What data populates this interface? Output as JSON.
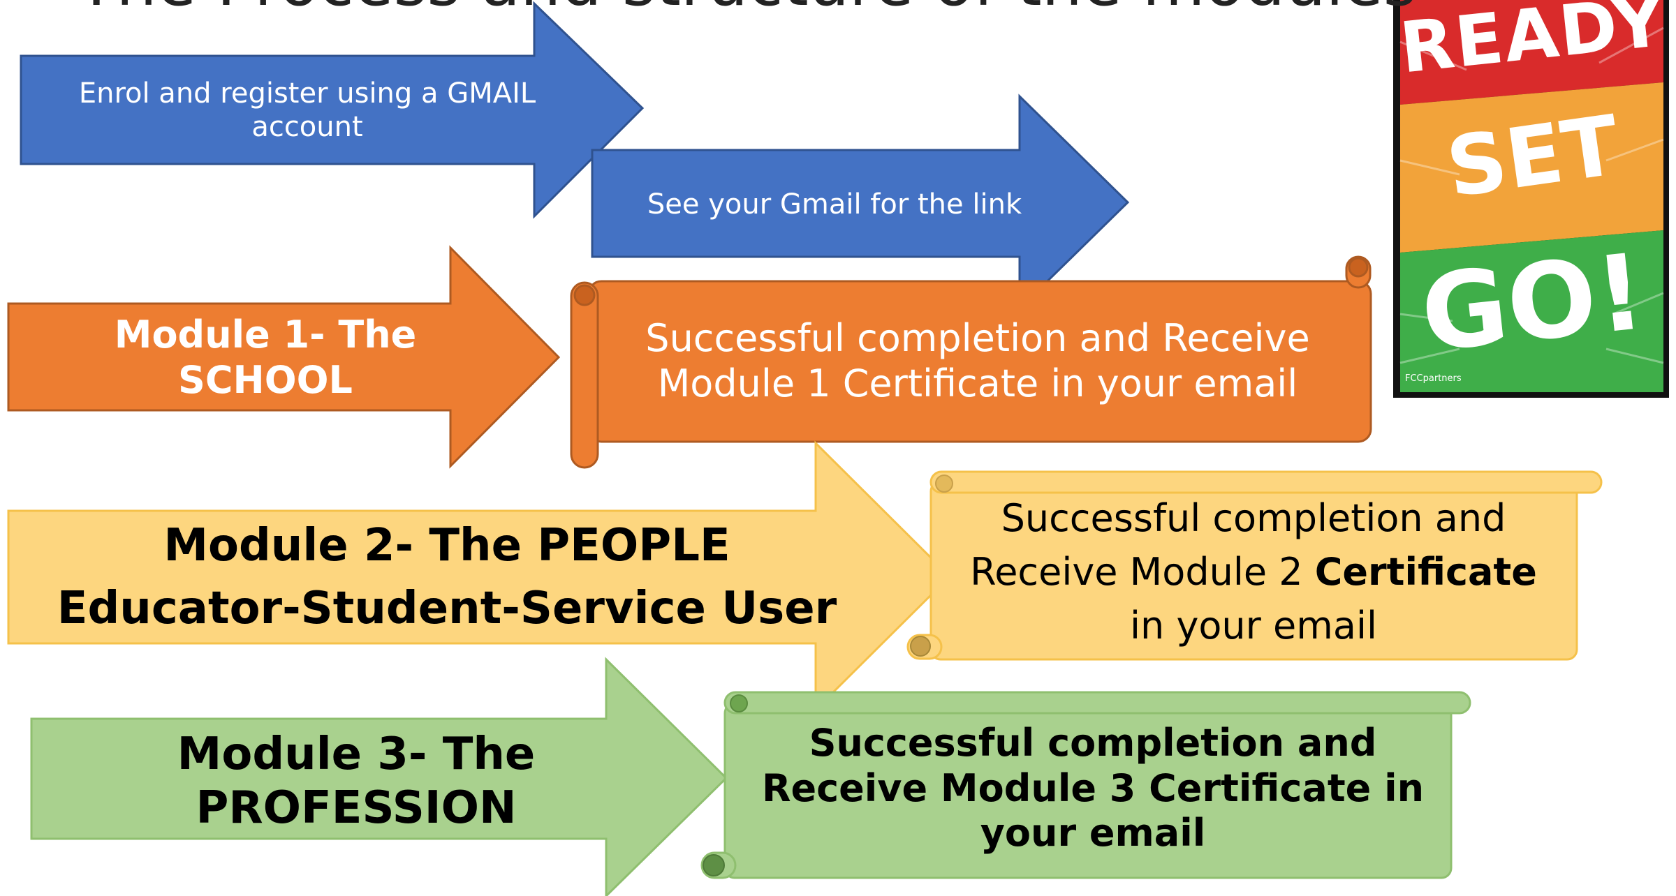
{
  "title": "The Process and structure of the modules",
  "steps": {
    "enrol": "Enrol and register using a GMAIL account",
    "gmail_link": "See your Gmail for the link",
    "module1": "Module 1- The SCHOOL",
    "module1_result": "Successful completion and Receive Module 1 Certificate in your email",
    "module2_line1": "Module 2- The PEOPLE",
    "module2_line2": "Educator-Student-Service User",
    "module2_result_pre": "Successful completion and Receive Module 2",
    "module2_result_bold": "Certificate",
    "module2_result_post": "in your email",
    "module3": "Module 3- The PROFESSION",
    "module3_result": "Successful completion and Receive Module 3 Certificate in your email"
  },
  "poster": {
    "words": [
      "READY",
      "SET",
      "GO!"
    ],
    "credit": "FCCpartners"
  },
  "colors": {
    "blue": "#4472C4",
    "orange": "#ED7D31",
    "yellow": "#FDD67F",
    "green": "#A9D18E",
    "poster_red": "#D92B2B",
    "poster_orange": "#F2A33A",
    "poster_green": "#3FAE49"
  }
}
